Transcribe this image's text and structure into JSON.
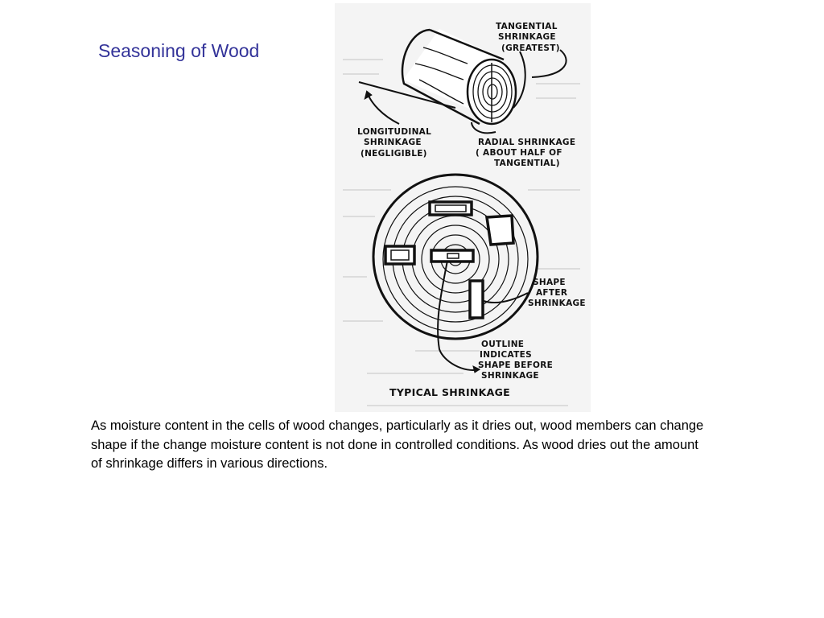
{
  "slide": {
    "title": "Seasoning of Wood",
    "body": "As moisture content in the cells of wood changes, particularly as it dries out, wood members can change shape if the change moisture content is not done in controlled conditions. As wood dries out the amount of shrinkage differs in various directions."
  },
  "figure": {
    "labels": {
      "tangential": [
        "TANGENTIAL",
        "SHRINKAGE",
        "(GREATEST)"
      ],
      "longitudinal": [
        "LONGITUDINAL",
        "SHRINKAGE",
        "(NEGLIGIBLE)"
      ],
      "radial": [
        "RADIAL SHRINKAGE",
        "( ABOUT HALF OF",
        "TANGENTIAL)"
      ],
      "shape_after": [
        "SHAPE",
        "AFTER",
        "SHRINKAGE"
      ],
      "outline": [
        "OUTLINE",
        "INDICATES",
        "SHAPE BEFORE",
        "SHRINKAGE"
      ],
      "caption": "TYPICAL SHRINKAGE"
    }
  }
}
